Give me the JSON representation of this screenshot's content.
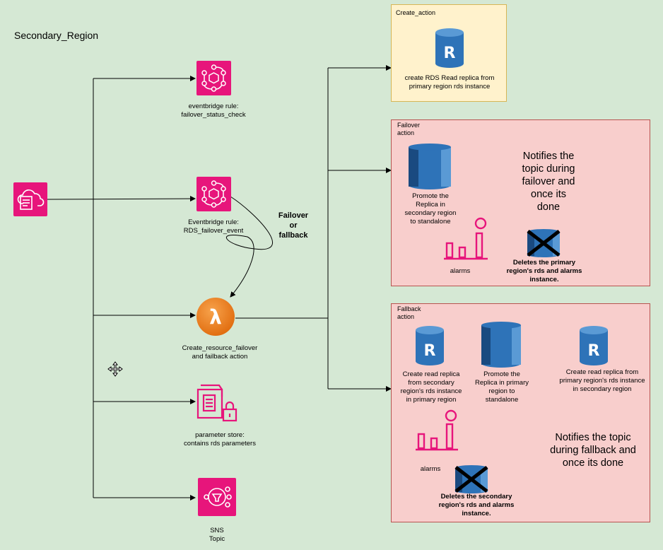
{
  "region_title": "Secondary_Region",
  "edge_label": "Failover\nor\nfallback",
  "nodes": {
    "eventbridge_failover_status": {
      "label": "eventbridge rule:\nfailover_status_check",
      "icon": "eventbridge-icon"
    },
    "eventbridge_rds_failover": {
      "label": "Eventbridge rule:\nRDS_failover_event",
      "icon": "eventbridge-icon"
    },
    "cloudtrail": {
      "label": "",
      "icon": "cloud-logs-icon"
    },
    "lambda": {
      "label": "Create_resource_failover\nand failback action",
      "icon": "lambda-icon"
    },
    "parameter_store": {
      "label": "parameter store:\ncontains rds parameters",
      "icon": "parameter-store-icon"
    },
    "sns": {
      "label": "SNS\nTopic",
      "icon": "sns-icon"
    }
  },
  "create_action": {
    "title": "Create_action",
    "rds_label": "create RDS Read replica from\nprimary region rds instance"
  },
  "failover_action": {
    "title": "Failover\naction",
    "promote_label": "Promote the\nReplica in\nsecondary region\nto standalone",
    "notify_text": "Notifies the\ntopic during\nfailover and\nonce its\ndone",
    "alarms_label": "alarms",
    "delete_label": "Deletes the primary\nregion's rds and alarms\ninstance."
  },
  "fallback_action": {
    "title": "Fallback\naction",
    "create_replica_label": "Create read replica\nfrom secondary\nregion's rds instance\nin primary region",
    "promote_label": "Promote the\nReplica in primary\nregion to\nstandalone",
    "create_replica2_label": "Create read replica from\nprimary region's rds instance\nin secondary region",
    "notify_text": "Notifies the topic\nduring fallback and\nonce its done",
    "alarms_label": "alarms",
    "delete_label": "Deletes the secondary\nregion's rds and alarms\ninstance."
  },
  "colors": {
    "background": "#d5e8d4",
    "aws_pink": "#e7157b",
    "lambda_orange": "#ed7100",
    "rds_blue": "#2e73b8",
    "yellow_box": "#fff2cc",
    "red_box": "#f8cecc"
  }
}
